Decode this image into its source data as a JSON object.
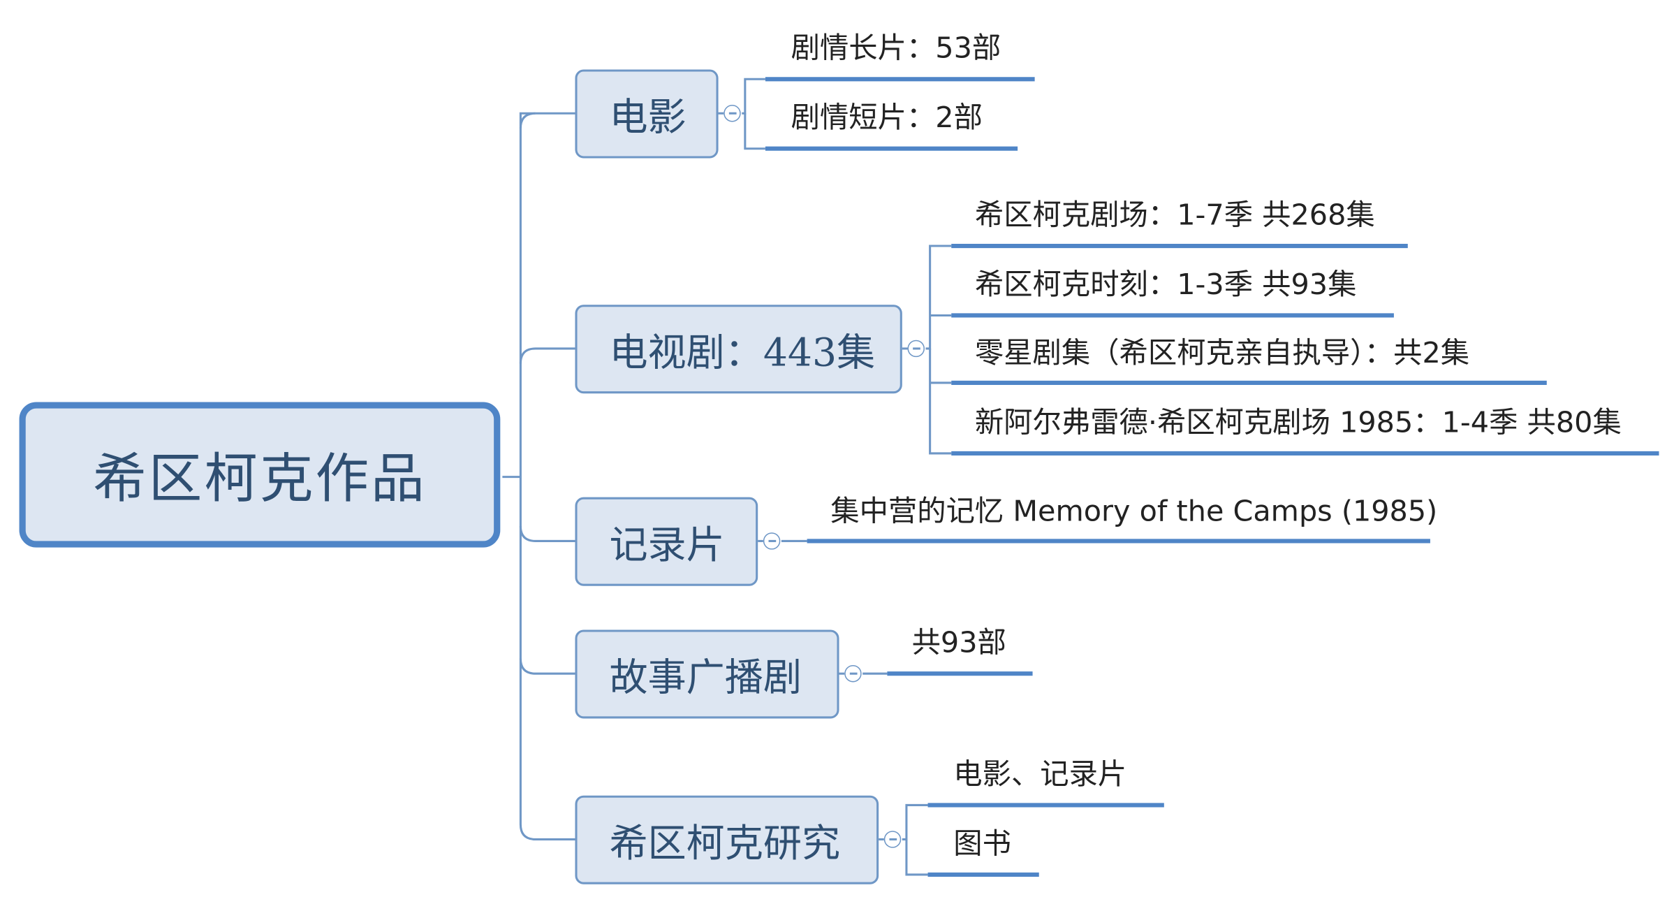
{
  "root": {
    "label": "希区柯克作品"
  },
  "branches": [
    {
      "label": "电影",
      "children": [
        "剧情长片：53部",
        "剧情短片：2部"
      ]
    },
    {
      "label": "电视剧：443集",
      "children": [
        "希区柯克剧场：1-7季 共268集",
        "希区柯克时刻：1-3季 共93集",
        "零星剧集（希区柯克亲自执导）：共2集",
        "新阿尔弗雷德·希区柯克剧场 1985：1-4季 共80集"
      ]
    },
    {
      "label": "记录片",
      "children": [
        "集中营的记忆 Memory of the Camps (1985)"
      ]
    },
    {
      "label": "故事广播剧",
      "children": [
        "共93部"
      ]
    },
    {
      "label": "希区柯克研究",
      "children": [
        "电影、记录片",
        "图书"
      ]
    }
  ],
  "colors": {
    "root_border": "#4f85c7",
    "node_fill": "#dde6f2",
    "node_border": "#6f97c6",
    "connector": "#6f97c6",
    "leaf_underline": "#4f85c7",
    "node_text": "#2f4f72"
  }
}
